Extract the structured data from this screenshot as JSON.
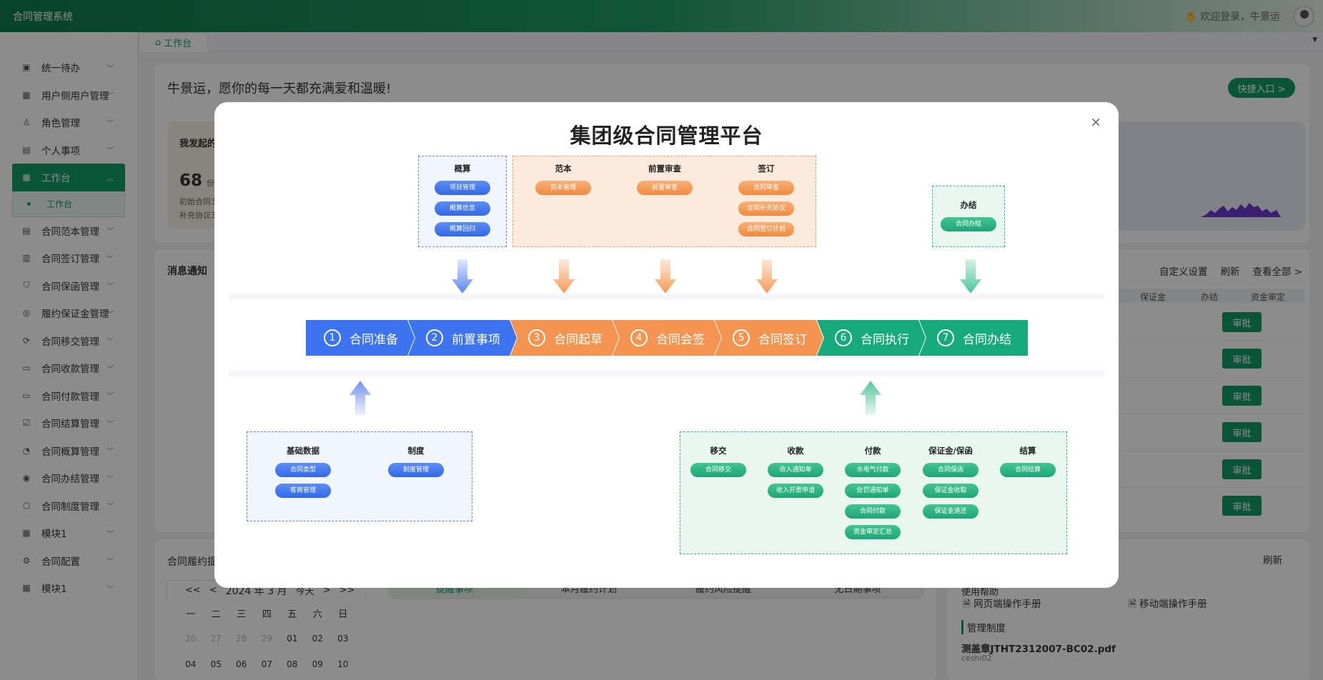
{
  "app": {
    "title": "合同管理系统",
    "welcome": "欢迎登录，牛景运",
    "welcome_icon": "waving-hand-icon"
  },
  "sidebar": {
    "items": [
      {
        "label": "统一待办",
        "icon": "inbox-icon"
      },
      {
        "label": "用户侧用户管理",
        "icon": "grid-icon"
      },
      {
        "label": "角色管理",
        "icon": "user-icon"
      },
      {
        "label": "个人事项",
        "icon": "doc-icon"
      },
      {
        "label": "工作台",
        "icon": "workbench-icon",
        "active": true
      },
      {
        "label": "合同范本管理",
        "icon": "template-icon"
      },
      {
        "label": "合同签订管理",
        "icon": "chart-icon"
      },
      {
        "label": "合同保函管理",
        "icon": "shield-icon"
      },
      {
        "label": "履约保证金管理",
        "icon": "deposit-icon"
      },
      {
        "label": "合同移交管理",
        "icon": "transfer-icon"
      },
      {
        "label": "合同收款管理",
        "icon": "card-icon"
      },
      {
        "label": "合同付款管理",
        "icon": "wallet-icon"
      },
      {
        "label": "合同结算管理",
        "icon": "check-box-icon"
      },
      {
        "label": "合同概算管理",
        "icon": "pie-icon"
      },
      {
        "label": "合同办结管理",
        "icon": "check-circle-icon"
      },
      {
        "label": "合同制度管理",
        "icon": "box-icon"
      },
      {
        "label": "模块1",
        "icon": "grid-icon"
      },
      {
        "label": "合同配置",
        "icon": "gear-icon"
      },
      {
        "label": "模块1",
        "icon": "grid-icon"
      }
    ],
    "submenu": "工作台"
  },
  "tabs": {
    "active": "工作台"
  },
  "dashboard": {
    "greeting": "牛景运，愿你的每一天都充满爱和温暖!",
    "quick_entry": "快捷入口 >",
    "stat": {
      "title": "我发起的",
      "number": "68",
      "unit": "份",
      "line1": "初始合同3",
      "line2": "补充协议3"
    },
    "notice": {
      "title": "消息通知",
      "actions": [
        "自定义设置",
        "刷新",
        "查看全部 >"
      ],
      "columns": [
        "保证金",
        "办结",
        "资金审定"
      ],
      "approve_label": "审批"
    },
    "plan": {
      "title": "合同履约提",
      "refresh": "刷新"
    },
    "calendar": {
      "nav": [
        "<<",
        "<",
        "2024 年 3 月",
        "今天",
        ">",
        ">>"
      ],
      "weekdays": [
        "一",
        "二",
        "三",
        "四",
        "五",
        "六",
        "日"
      ],
      "row1": [
        "26",
        "27",
        "28",
        "29",
        "01",
        "02",
        "03"
      ],
      "row2": [
        "04",
        "05",
        "06",
        "07",
        "08",
        "09",
        "10"
      ]
    },
    "segments": [
      "提醒事项",
      "本月履约计划",
      "履约风险提醒",
      "无日期事项"
    ],
    "docs": {
      "manual_web": "网页端操作手册",
      "manual_mobile": "移动端操作手册",
      "section": "管理制度",
      "file": "测盖章JTHT2312007-BC02.pdf",
      "uploader": "ceshi02",
      "section_cut": "使用帮助"
    }
  },
  "modal": {
    "title": "集团级合同管理平台",
    "close": "×",
    "steps": [
      {
        "num": "1",
        "label": "合同准备"
      },
      {
        "num": "2",
        "label": "前置事项"
      },
      {
        "num": "3",
        "label": "合同起草"
      },
      {
        "num": "4",
        "label": "合同会签"
      },
      {
        "num": "5",
        "label": "合同签订"
      },
      {
        "num": "6",
        "label": "合同执行"
      },
      {
        "num": "7",
        "label": "合同办结"
      }
    ],
    "top": {
      "gaisuan": {
        "title": "概算",
        "items": [
          "项目管理",
          "概算信息",
          "概算回归"
        ]
      },
      "fanben": {
        "title": "范本",
        "items": [
          "范本管理"
        ]
      },
      "qianzhi": {
        "title": "前置审查",
        "items": [
          "前置审查"
        ]
      },
      "qianding": {
        "title": "签订",
        "items": [
          "合同审查",
          "合同补充协议",
          "合同签订计划"
        ]
      },
      "banjie": {
        "title": "办结",
        "items": [
          "合同办结"
        ]
      }
    },
    "bottom": {
      "jichu": {
        "title": "基础数据",
        "items": [
          "合同类型",
          "客商管理"
        ]
      },
      "zhidu": {
        "title": "制度",
        "items": [
          "制度管理"
        ]
      },
      "yijiao": {
        "title": "移交",
        "items": [
          "合同移交"
        ]
      },
      "shoukuan": {
        "title": "收款",
        "items": [
          "收入通知单",
          "收入开票申请"
        ]
      },
      "fukuan": {
        "title": "付款",
        "items": [
          "水电气付款",
          "处罚通知单",
          "合同付款",
          "资金审定汇总"
        ]
      },
      "baozheng": {
        "title": "保证金/保函",
        "items": [
          "合同保函",
          "保证金收取",
          "保证金退还"
        ]
      },
      "jiesuan": {
        "title": "结算",
        "items": [
          "合同结算"
        ]
      }
    }
  }
}
